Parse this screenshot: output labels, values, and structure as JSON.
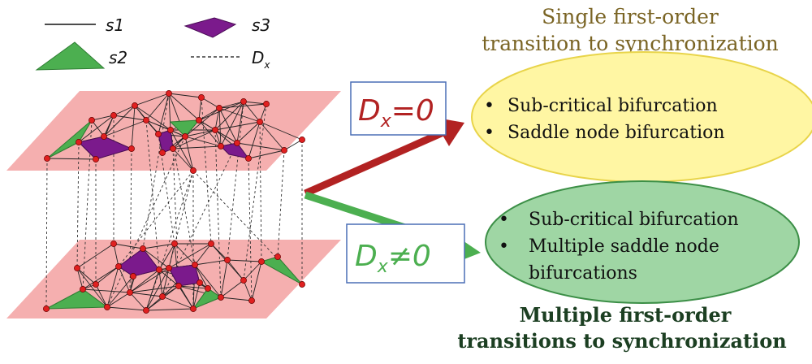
{
  "legend": {
    "s1": "s1",
    "s2": "s2",
    "s3": "s3",
    "dx_main": "D",
    "dx_sub": "x"
  },
  "top_title": {
    "line1": "Single first-order",
    "line2": "transition to synchronization"
  },
  "bottom_title": {
    "line1": "Multiple first-order",
    "line2": "transitions to synchronization"
  },
  "label_zero": {
    "main": "D",
    "sub": "x",
    "rest": "=0"
  },
  "label_nonzero": {
    "main": "D",
    "sub": "x",
    "rest": "≠0"
  },
  "yellow_bullets": [
    "Sub-critical bifurcation",
    "Saddle node bifurcation"
  ],
  "green_bullets": [
    "Sub-critical bifurcation",
    "Multiple saddle node",
    "bifurcations"
  ],
  "bullet_char": "•",
  "colors": {
    "plane": "#f4a6a6",
    "node": "#e02020",
    "triangle_s2": "#4caf50",
    "tetra_s3": "#7b1a8c",
    "arrow_zero": "#b22222",
    "arrow_nonzero": "#4caf50",
    "yellow_ellipse": "#fff6a3",
    "green_ellipse": "#9fd6a4",
    "label_zero_text": "#b22222",
    "label_nonzero_text": "#4caf50"
  }
}
